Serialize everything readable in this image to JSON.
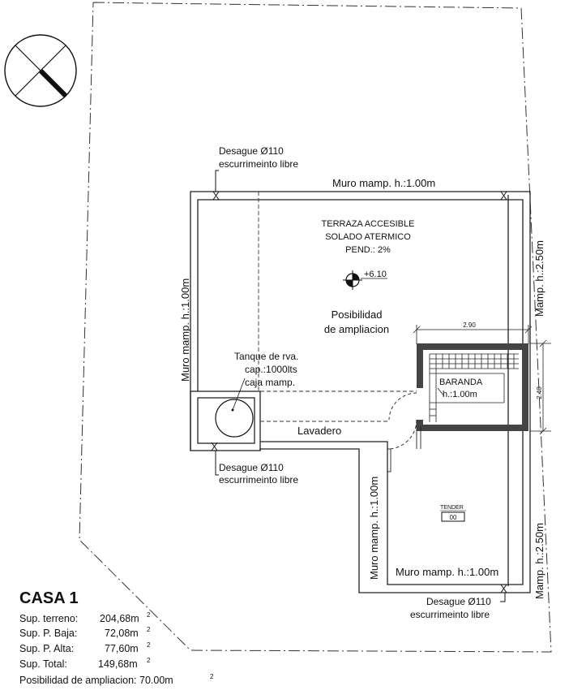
{
  "drain_label": "Desague Ø110",
  "drain_note": "escurrimeinto libre",
  "wall_top": "Muro mamp. h.:1.00m",
  "wall_left": "Muro mamp. h.:1.00m",
  "wall_right_top": "Mamp. h.:2.50m",
  "wall_right_bottom": "Mamp. h.:2.50m",
  "wall_inner_left": "Muro mamp. h.:1.00m",
  "wall_bottom": "Muro mamp. h.:1.00m",
  "terrace": {
    "line1": "TERRAZA ACCESIBLE",
    "line2": "SOLADO ATERMICO",
    "line3": "PEND.: 2%",
    "level": "+6.10"
  },
  "expansion": {
    "line1": "Posibilidad",
    "line2": "de ampliacion"
  },
  "stair": {
    "dim_w": "2.90",
    "dim_h": "2.40",
    "rail_label": "BARANDA",
    "rail_height": "h.:1.00m"
  },
  "tank": {
    "line1": "Tanque de rva.",
    "line2": "cap.:1000lts",
    "line3": "caja mamp."
  },
  "laundry": "Lavadero",
  "tender": {
    "label": "TENDER",
    "value": "00"
  },
  "house": {
    "title": "CASA 1",
    "stats": [
      {
        "label": "Sup. terreno:",
        "value": "204,68m",
        "sup": "2"
      },
      {
        "label": "Sup. P. Baja:",
        "value": "72,08m",
        "sup": "2"
      },
      {
        "label": "Sup. P. Alta:",
        "value": "77,60m",
        "sup": "2"
      },
      {
        "label": "Sup. Total:",
        "value": "149,68m",
        "sup": "2"
      }
    ],
    "expansion_label": "Posibilidad de ampliacion: 70.00m",
    "expansion_sup": "2"
  }
}
